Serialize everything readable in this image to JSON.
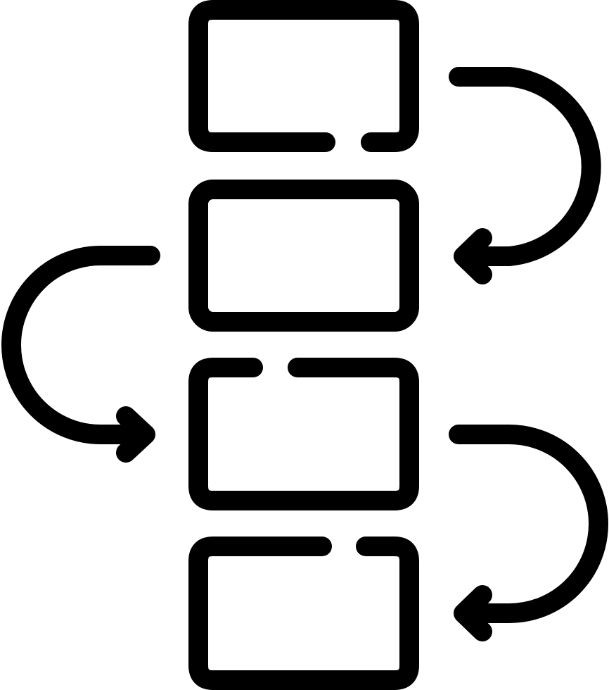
{
  "diagram": {
    "type": "flow-icon",
    "background_color": "#ffffff",
    "stroke_color": "#000000",
    "blocks": [
      {
        "id": "block-1",
        "gap_edge": "bottom"
      },
      {
        "id": "block-2",
        "gap_edge": "none"
      },
      {
        "id": "block-3",
        "gap_edge": "top"
      },
      {
        "id": "block-4",
        "gap_edge": "top"
      }
    ],
    "arrows": [
      {
        "id": "arrow-1",
        "from": "block-1",
        "to": "block-2",
        "side": "right"
      },
      {
        "id": "arrow-2",
        "from": "block-2",
        "to": "block-3",
        "side": "left"
      },
      {
        "id": "arrow-3",
        "from": "block-3",
        "to": "block-4",
        "side": "right"
      }
    ]
  }
}
